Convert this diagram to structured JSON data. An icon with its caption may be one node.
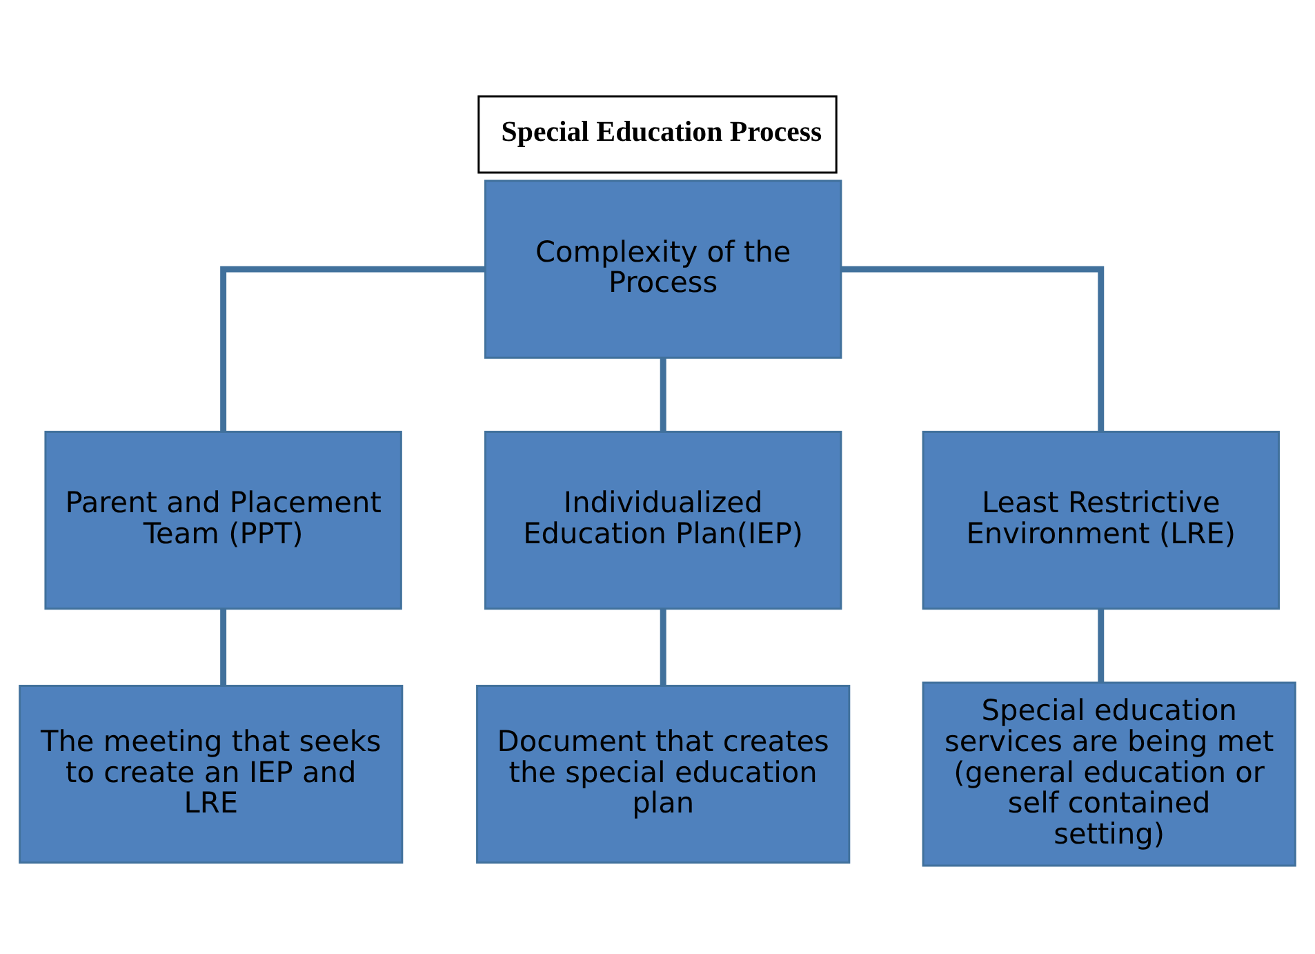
{
  "diagram": {
    "title": "Special Education Process",
    "nodes": [
      {
        "text": [
          "Complexity of the Process"
        ]
      },
      {
        "text": [
          "Parent and Placement Team (PPT)"
        ]
      },
      {
        "text": [
          "Individualized Education Plan(IEP)"
        ]
      },
      {
        "text": [
          "Least Restrictive Environment (LRE)"
        ]
      },
      {
        "text": [
          "The meeting that seeks to create an IEP and LRE"
        ]
      },
      {
        "text": [
          "Document that creates the special education plan"
        ]
      },
      {
        "text": [
          "Special education services are being met (general education or self contained setting)"
        ]
      }
    ],
    "edges": [
      {
        "from": 0,
        "to": 1,
        "arrow": "none"
      },
      {
        "from": 0,
        "to": 2,
        "arrow": "none"
      },
      {
        "from": 0,
        "to": 3,
        "arrow": "none"
      },
      {
        "from": 1,
        "to": 4,
        "arrow": "none"
      },
      {
        "from": 2,
        "to": 5,
        "arrow": "none"
      },
      {
        "from": 3,
        "to": 6,
        "arrow": "none"
      }
    ]
  }
}
